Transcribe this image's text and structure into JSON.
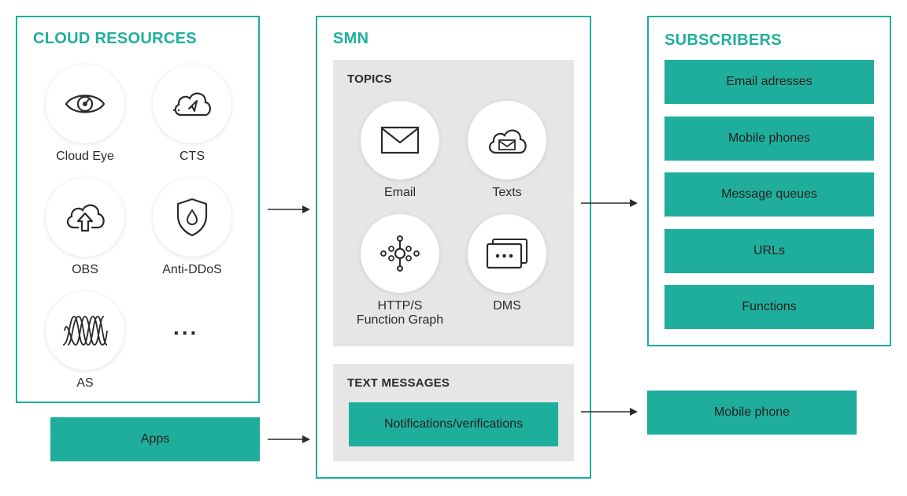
{
  "colors": {
    "accent": "#1fae9c",
    "panel_bg": "#e6e6e6"
  },
  "cloud_resources": {
    "title": "CLOUD RESOURCES",
    "items": [
      {
        "label": "Cloud Eye",
        "icon": "eye-icon"
      },
      {
        "label": "CTS",
        "icon": "cloud-send-icon"
      },
      {
        "label": "OBS",
        "icon": "cloud-upload-icon"
      },
      {
        "label": "Anti-DDoS",
        "icon": "shield-icon"
      },
      {
        "label": "AS",
        "icon": "waveform-icon"
      }
    ],
    "more": "..."
  },
  "smn": {
    "title": "SMN",
    "topics": {
      "title": "TOPICS",
      "items": [
        {
          "label": "Email",
          "icon": "envelope-icon"
        },
        {
          "label": "Texts",
          "icon": "cloud-message-icon"
        },
        {
          "label": "HTTP/S",
          "label2": "Function Graph",
          "icon": "network-icon"
        },
        {
          "label": "DMS",
          "icon": "message-stack-icon"
        }
      ]
    },
    "text_messages": {
      "title": "TEXT MESSAGES",
      "item": "Notifications/verifications"
    }
  },
  "subscribers": {
    "title": "SUBSCRIBERS",
    "items": [
      "Email adresses",
      "Mobile phones",
      "Message queues",
      "URLs",
      "Functions"
    ]
  },
  "apps": {
    "label": "Apps"
  },
  "mobile_phone": {
    "label": "Mobile phone"
  }
}
